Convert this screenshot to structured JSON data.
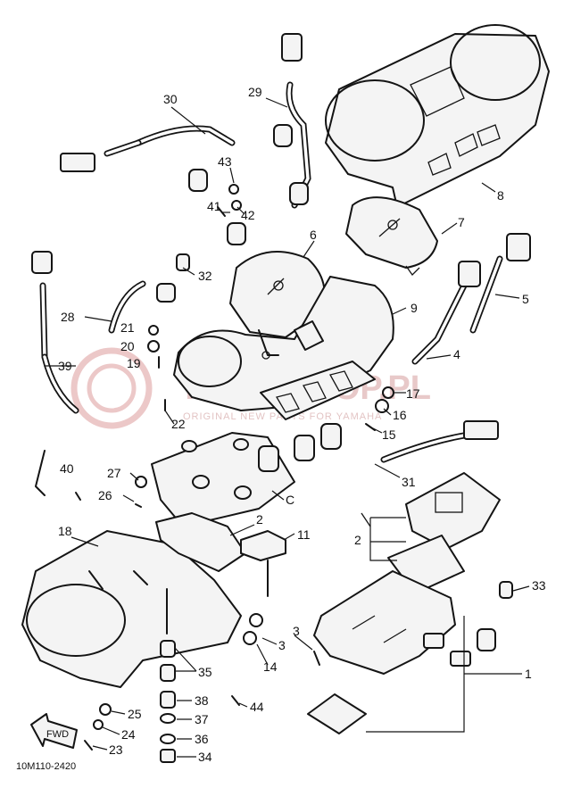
{
  "diagram_code": "10M110-2420",
  "watermark": {
    "title": "YAMA-SHOP.PL",
    "subtitle": "ORIGINAL NEW PARTS FOR YAMAHA"
  },
  "fwd_label": "FWD",
  "callouts": [
    {
      "id": "c30",
      "label": "30"
    },
    {
      "id": "c29",
      "label": "29"
    },
    {
      "id": "c43",
      "label": "43"
    },
    {
      "id": "c41",
      "label": "41"
    },
    {
      "id": "c42",
      "label": "42"
    },
    {
      "id": "c8",
      "label": "8"
    },
    {
      "id": "c7",
      "label": "7"
    },
    {
      "id": "c6",
      "label": "6"
    },
    {
      "id": "c32",
      "label": "32"
    },
    {
      "id": "c5a",
      "label": "5"
    },
    {
      "id": "c28",
      "label": "28"
    },
    {
      "id": "c21",
      "label": "21"
    },
    {
      "id": "c20",
      "label": "20"
    },
    {
      "id": "c19",
      "label": "19"
    },
    {
      "id": "c9",
      "label": "9"
    },
    {
      "id": "c4",
      "label": "4"
    },
    {
      "id": "c39",
      "label": "39"
    },
    {
      "id": "c17",
      "label": "17"
    },
    {
      "id": "c16",
      "label": "16"
    },
    {
      "id": "c22",
      "label": "22"
    },
    {
      "id": "c15",
      "label": "15"
    },
    {
      "id": "c40",
      "label": "40"
    },
    {
      "id": "c27",
      "label": "27"
    },
    {
      "id": "c26",
      "label": "26"
    },
    {
      "id": "c10",
      "label": "C"
    },
    {
      "id": "c31",
      "label": "31"
    },
    {
      "id": "c18",
      "label": "18"
    },
    {
      "id": "c2a",
      "label": "2"
    },
    {
      "id": "c11",
      "label": "11"
    },
    {
      "id": "c2b",
      "label": "2"
    },
    {
      "id": "c33",
      "label": "33"
    },
    {
      "id": "c3a",
      "label": "3"
    },
    {
      "id": "c3b",
      "label": "3"
    },
    {
      "id": "c14",
      "label": "14"
    },
    {
      "id": "c35",
      "label": "35"
    },
    {
      "id": "c1",
      "label": "1"
    },
    {
      "id": "c38",
      "label": "38"
    },
    {
      "id": "c44",
      "label": "44"
    },
    {
      "id": "c25",
      "label": "25"
    },
    {
      "id": "c37",
      "label": "37"
    },
    {
      "id": "c24",
      "label": "24"
    },
    {
      "id": "c36",
      "label": "36"
    },
    {
      "id": "c23",
      "label": "23"
    },
    {
      "id": "c34",
      "label": "34"
    }
  ]
}
